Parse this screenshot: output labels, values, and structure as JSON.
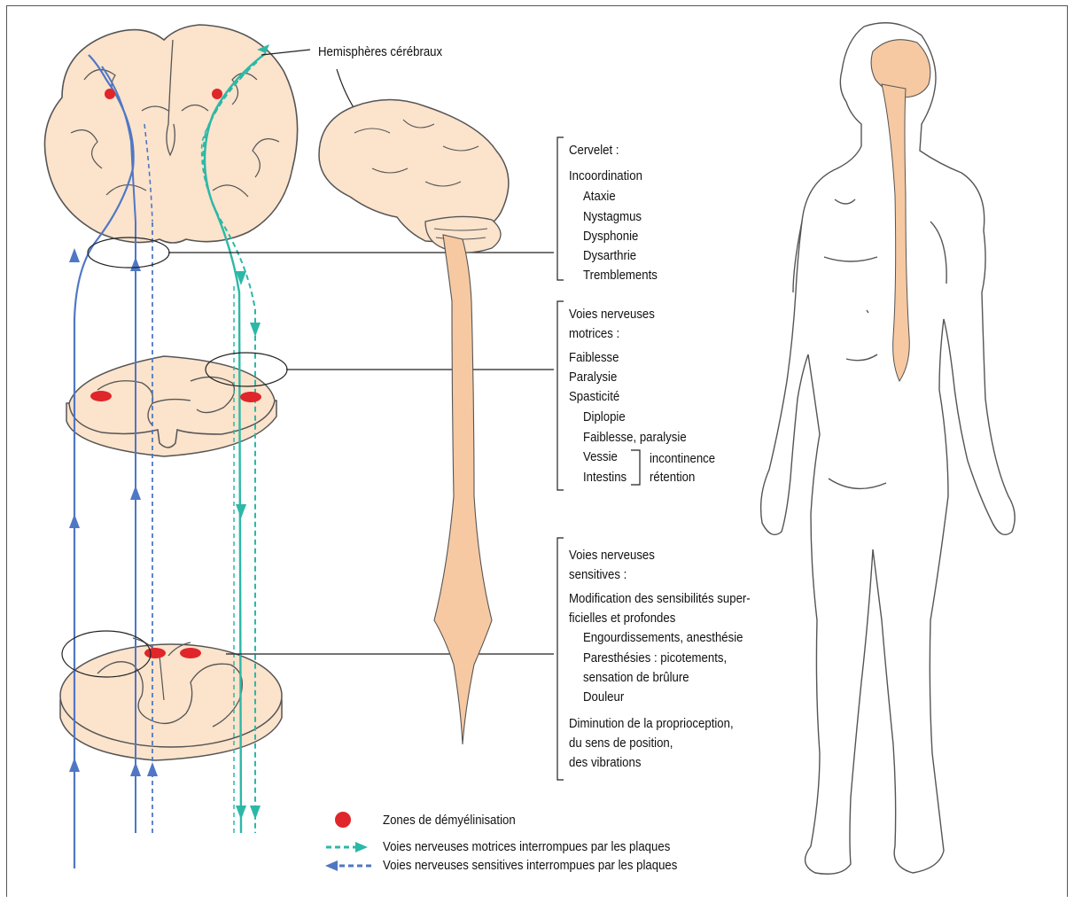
{
  "hemispheres_label": "Hemisphères cérébraux",
  "colors": {
    "skin": "#fbe3cc",
    "tract": "#f6c9a2",
    "sensory": "#4f77c4",
    "motor": "#2cb8a7",
    "plaque": "#e0262a",
    "outline": "#555555"
  },
  "cervelet": {
    "heading": "Cervelet :",
    "items": [
      "Incoordination",
      "Ataxie",
      "Nystagmus",
      "Dysphonie",
      "Dysarthrie",
      "Tremblements"
    ]
  },
  "motrices": {
    "heading_1": "Voies nerveuses",
    "heading_2": "motrices :",
    "items": [
      "Faiblesse",
      "Paralysie",
      "Spasticité",
      "Diplopie",
      "Faiblesse, paralysie"
    ],
    "vessie": "Vessie",
    "intestins": "Intestins",
    "incontinence": "incontinence",
    "retention": "rétention"
  },
  "sensitives": {
    "heading_1": "Voies nerveuses",
    "heading_2": "sensitives :",
    "mod_1": "Modification des sensibilités super-",
    "mod_2": "ficielles et profondes",
    "items": [
      "Engourdissements, anesthésie",
      "Paresthésies :  picotements,",
      "sensation de brûlure",
      "Douleur"
    ],
    "dim_1": "Diminution de la proprioception,",
    "dim_2": "du sens de position,",
    "dim_3": "des vibrations"
  },
  "legend": {
    "demyelination": "Zones de démyélinisation",
    "motor": "Voies nerveuses motrices interrompues par les plaques",
    "sensory": "Voies nerveuses sensitives interrompues par les plaques"
  }
}
